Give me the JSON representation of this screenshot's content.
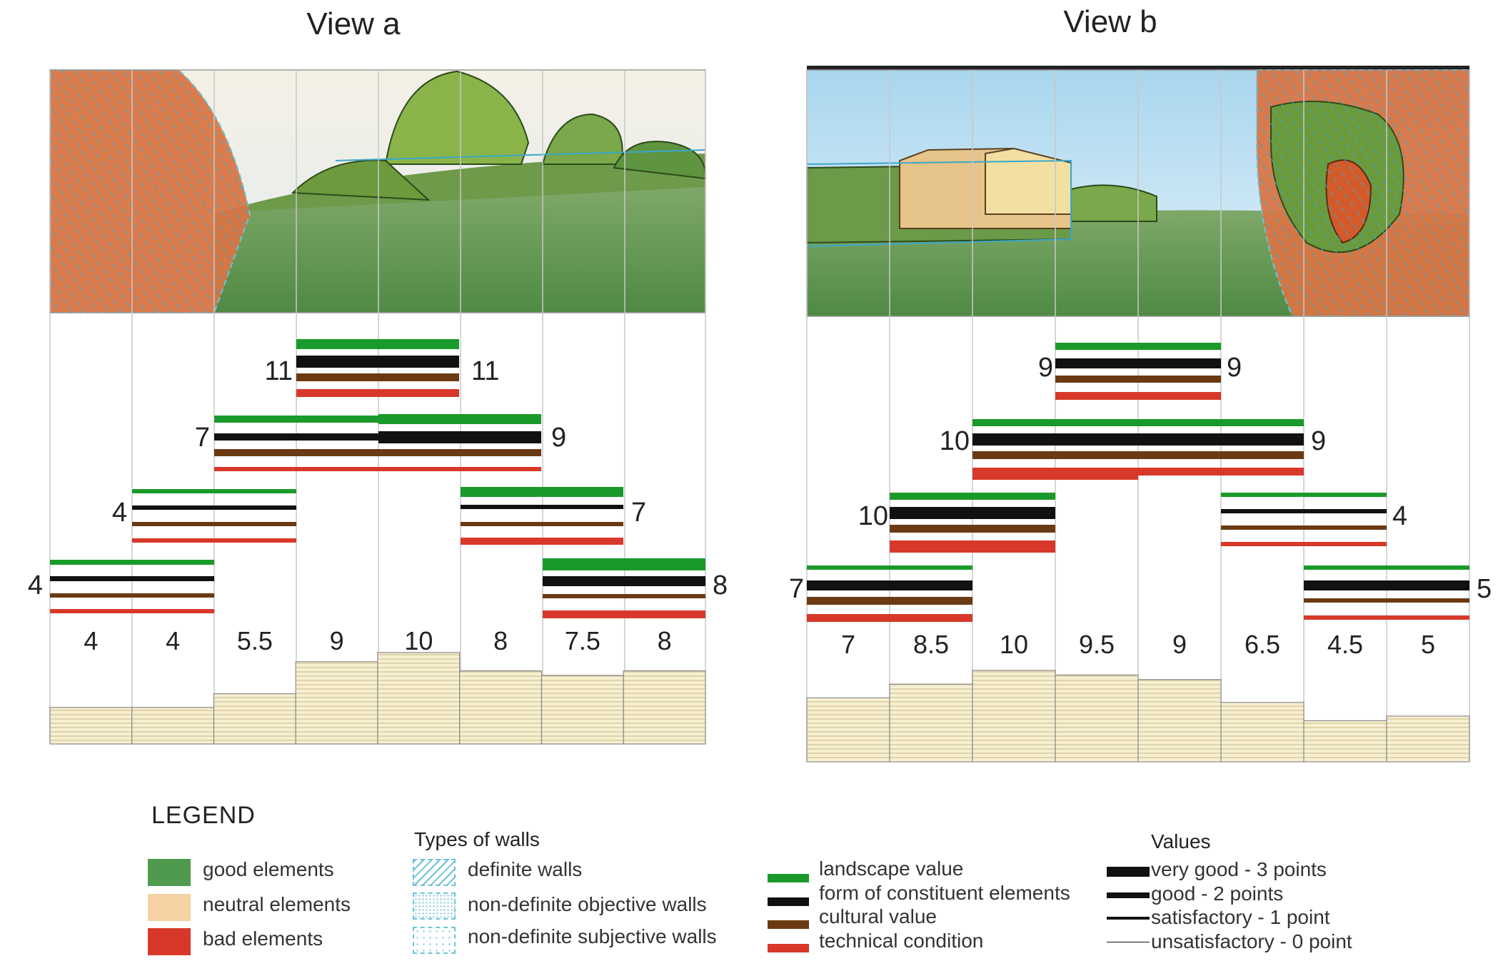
{
  "views": [
    {
      "title": "View a",
      "sector_values": [
        "4",
        "4",
        "5.5",
        "9",
        "10",
        "8",
        "7.5",
        "8"
      ],
      "bar_groups": [
        {
          "left": "4",
          "right": "8"
        },
        {
          "left": "4",
          "right": "7"
        },
        {
          "left": "7",
          "right": "9"
        },
        {
          "left": "11",
          "right": "11"
        }
      ]
    },
    {
      "title": "View b",
      "sector_values": [
        "7",
        "8.5",
        "10",
        "9.5",
        "9",
        "6.5",
        "4.5",
        "5"
      ],
      "bar_groups": [
        {
          "left": "7",
          "right": "5"
        },
        {
          "left": "10",
          "right": "4"
        },
        {
          "left": "10",
          "right": "9"
        },
        {
          "left": "9",
          "right": "9"
        }
      ]
    }
  ],
  "legend": {
    "title": "LEGEND",
    "elements": [
      {
        "label": "good elements",
        "color": "#4f9a4f"
      },
      {
        "label": "neutral elements",
        "color": "#f6d3a4"
      },
      {
        "label": "bad elements",
        "color": "#d8382a"
      }
    ],
    "walls_title": "Types of walls",
    "walls": [
      {
        "label": "definite walls",
        "icon": "hatched-wall-icon"
      },
      {
        "label": "non-definite objective walls",
        "icon": "dotted-wall-icon"
      },
      {
        "label": "non-definite subjective walls",
        "icon": "sparse-dotted-wall-icon"
      }
    ],
    "criteria": [
      {
        "label": "landscape value",
        "color": "#1a9a2a"
      },
      {
        "label": "form of constituent elements",
        "color": "#111111"
      },
      {
        "label": "cultural value",
        "color": "#6b3a12"
      },
      {
        "label": "technical condition",
        "color": "#d8382a"
      }
    ],
    "values_title": "Values",
    "values": [
      {
        "label": "very good - 3 points"
      },
      {
        "label": "good - 2 points"
      },
      {
        "label": "satisfactory - 1 point"
      },
      {
        "label": "unsatisfactory - 0 point"
      }
    ]
  }
}
